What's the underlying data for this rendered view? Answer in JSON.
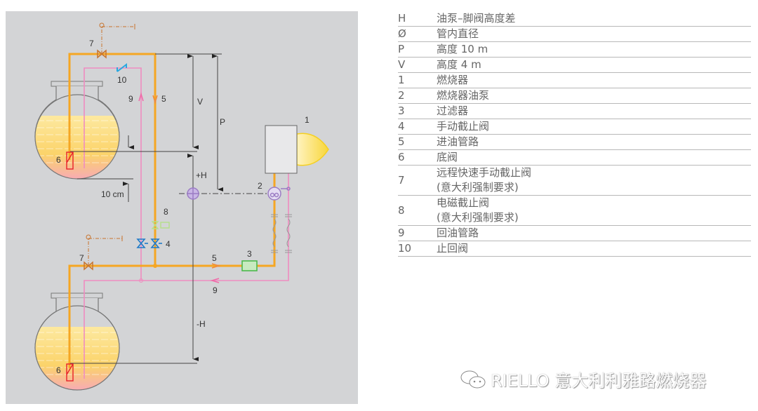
{
  "diagram": {
    "labels": {
      "v": "V",
      "p": "P",
      "plus_h": "+H",
      "minus_h": "-H",
      "ten_cm": "10 cm",
      "n1": "1",
      "n2": "2",
      "n3": "3",
      "n4": "4",
      "n5": "5",
      "n6": "6",
      "n7": "7",
      "n8": "8",
      "n9": "9",
      "n10": "10"
    },
    "colors": {
      "suction": "#f5a623",
      "return": "#f08cc0",
      "valve": "#c8742e",
      "check": "#29a8e0",
      "filter": "#4cb84c",
      "pump": "#9b7cc4",
      "footvalve": "#e8202a"
    }
  },
  "legend": [
    {
      "key": "H",
      "text": [
        "油泵–脚阀高度差"
      ]
    },
    {
      "key": "Ø",
      "text": [
        "管内直径"
      ]
    },
    {
      "key": "P",
      "text": [
        "高度 10 m"
      ]
    },
    {
      "key": "V",
      "text": [
        "高度 4 m"
      ]
    },
    {
      "key": "1",
      "text": [
        "燃烧器"
      ]
    },
    {
      "key": "2",
      "text": [
        "燃烧器油泵"
      ]
    },
    {
      "key": "3",
      "text": [
        "过滤器"
      ]
    },
    {
      "key": "4",
      "text": [
        "手动截止阀"
      ]
    },
    {
      "key": "5",
      "text": [
        "进油管路"
      ]
    },
    {
      "key": "6",
      "text": [
        "底阀"
      ]
    },
    {
      "key": "7",
      "text": [
        "远程快速手动截止阀",
        "(意大利强制要求)"
      ]
    },
    {
      "key": "8",
      "text": [
        "电磁截止阀",
        "(意大利强制要求)"
      ]
    },
    {
      "key": "9",
      "text": [
        "回油管路"
      ]
    },
    {
      "key": "10",
      "text": [
        "止回阀"
      ]
    }
  ],
  "watermark": {
    "text": "RIELLO 意大利利雅路燃烧器"
  }
}
